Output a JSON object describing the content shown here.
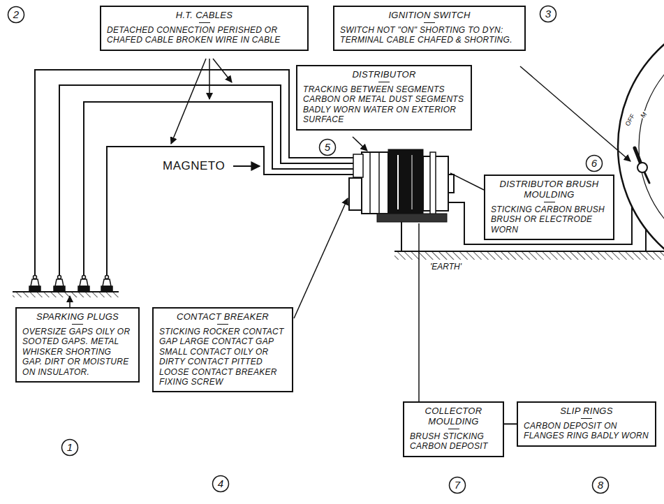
{
  "diagram": {
    "nodes": [
      {
        "text": [
          "2"
        ]
      },
      {
        "text": [
          "H.T. CABLES",
          "DETACHED CONNECTION PERISHED OR CHAFED CABLE BROKEN WIRE IN CABLE"
        ]
      },
      {
        "text": [
          "IGNITION SWITCH",
          "SWITCH NOT \"ON\" SHORTING TO DYN: TERMINAL CABLE CHAFED & SHORTING."
        ]
      },
      {
        "text": [
          "3"
        ]
      },
      {
        "text": [
          "DISTRIBUTOR",
          "TRACKING BETWEEN SEGMENTS CARBON OR METAL DUST SEGMENTS BADLY WORN WATER ON EXTERIOR SURFACE"
        ]
      },
      {
        "text": [
          "5"
        ]
      },
      {
        "text": [
          "6"
        ]
      },
      {
        "text": [
          "DISTRIBUTOR BRUSH MOULDING",
          "STICKING CARBON BRUSH BRUSH OR ELECTRODE WORN"
        ]
      },
      {
        "text": [
          "SPARKING PLUGS",
          "OVERSIZE GAPS OILY OR SOOTED GAPS. METAL WHISKER SHORTING GAP. DIRT OR MOISTURE ON INSULATOR."
        ]
      },
      {
        "text": [
          "CONTACT BREAKER",
          "STICKING ROCKER CONTACT GAP LARGE CONTACT GAP SMALL CONTACT OILY OR DIRTY CONTACT PITTED LOOSE CONTACT BREAKER FIXING SCREW"
        ]
      },
      {
        "text": [
          "COLLECTOR MOULDING",
          "BRUSH STICKING CARBON DEPOSIT"
        ]
      },
      {
        "text": [
          "SLIP RINGS",
          "CARBON DEPOSIT ON FLANGES RING BADLY WORN"
        ]
      },
      {
        "text": [
          "1"
        ]
      },
      {
        "text": [
          "4"
        ]
      },
      {
        "text": [
          "7"
        ]
      },
      {
        "text": [
          "8"
        ]
      }
    ],
    "edges": [
      {
        "from": 10,
        "to": 11,
        "arrow": "none"
      }
    ],
    "labels": [
      "MAGNETO",
      "'EARTH'",
      "OFF",
      "M"
    ]
  }
}
